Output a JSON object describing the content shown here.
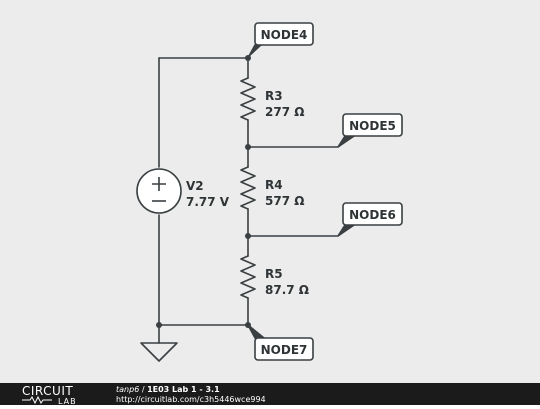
{
  "colors": {
    "wire": "#3a3f41",
    "background": "#ececec",
    "footer_bg": "#1b1b1b",
    "footer_text": "#ffffff"
  },
  "components": {
    "v2": {
      "name": "V2",
      "value": "7.77 V"
    },
    "r3": {
      "name": "R3",
      "value": "277 Ω"
    },
    "r4": {
      "name": "R4",
      "value": "577 Ω"
    },
    "r5": {
      "name": "R5",
      "value": "87.7 Ω"
    }
  },
  "nodes": {
    "node4": "NODE4",
    "node5": "NODE5",
    "node6": "NODE6",
    "node7": "NODE7"
  },
  "footer": {
    "logo_top": "CIRCUIT",
    "logo_bottom": "LAB",
    "user": "tanp6",
    "separator": " / ",
    "title": "1E03 Lab 1 - 3.1",
    "url": "http://circuitlab.com/c3h5446wce994"
  }
}
